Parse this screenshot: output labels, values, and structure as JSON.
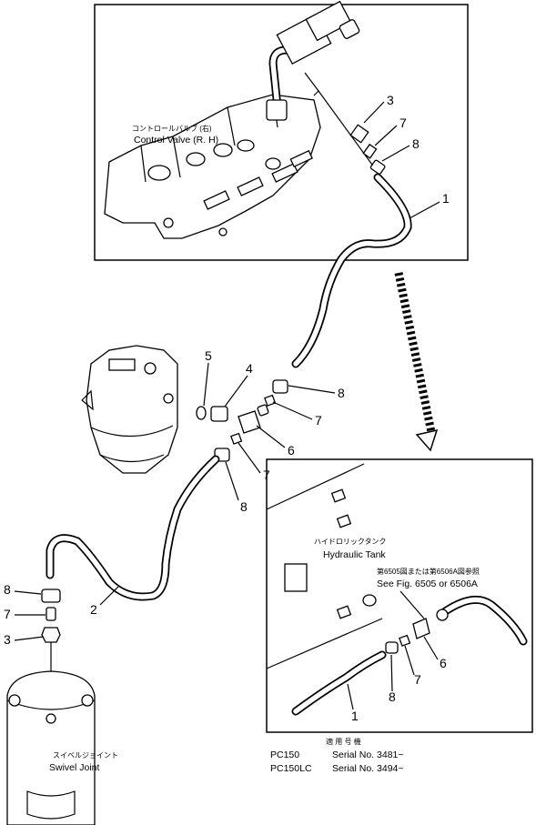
{
  "labels": {
    "control_valve_jp": "コントロールバルブ (右)",
    "control_valve_en": "Control Valve (R. H)",
    "hydraulic_tank_jp": "ハイドロリックタンク",
    "hydraulic_tank_en": "Hydraulic Tank",
    "see_fig_jp": "第6505図または第6506A図参照",
    "see_fig_en": "See Fig. 6505 or 6506A",
    "swivel_joint_jp": "スイベルジョイント",
    "swivel_joint_en": "Swivel Joint",
    "serial_heading_jp": "適 用 号 機",
    "serial_rows": [
      {
        "model": "PC150",
        "serial": "Serial No. 3481~"
      },
      {
        "model": "PC150LC",
        "serial": "Serial No. 3494~"
      }
    ]
  },
  "callouts": {
    "top_3": "3",
    "top_7": "7",
    "top_8": "8",
    "top_1": "1",
    "mid_5": "5",
    "mid_4": "4",
    "mid_8a": "8",
    "mid_7a": "7",
    "mid_6": "6",
    "mid_7b": "7",
    "mid_8b": "8",
    "left_8": "8",
    "left_7": "7",
    "left_3": "3",
    "left_2": "2",
    "tank_6": "6",
    "tank_7": "7",
    "tank_8": "8",
    "tank_1": "1"
  }
}
